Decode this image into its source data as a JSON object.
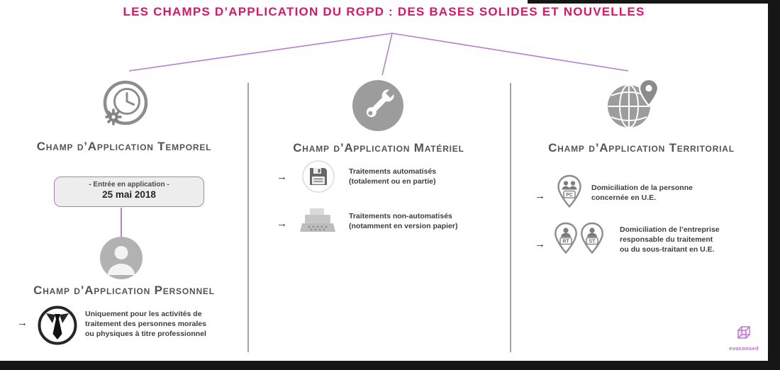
{
  "title": "LES CHAMPS D’APPLICATION DU RGPD : DES BASES SOLIDES ET NOUVELLES",
  "colors": {
    "title_pink": "#d4186c",
    "branch_purple": "#b57fd0",
    "heading_gray": "#545454",
    "accent_purple_border": "#a87cc8"
  },
  "columns": {
    "temporel": {
      "heading": "Champ d’Application Temporel",
      "date_box": {
        "label": "- Entrée en application -",
        "date": "25 mai 2018"
      },
      "personnel": {
        "heading": "Champ d’Application Personnel",
        "text": "Uniquement pour les activités de\ntraitement des personnes morales\nou physiques à titre professionnel"
      }
    },
    "materiel": {
      "heading": "Champ d’Application Matériel",
      "items": [
        {
          "icon": "floppy-disk-icon",
          "text": "Traitements automatisés\n(totalement ou en partie)"
        },
        {
          "icon": "typewriter-icon",
          "text": "Traitements non-automatisés\n(notamment en version papier)"
        }
      ]
    },
    "territorial": {
      "heading": "Champ d’Application Territorial",
      "items": [
        {
          "pins": [
            "PC"
          ],
          "text": "Domiciliation de la personne\nconcernée en U.E."
        },
        {
          "pins": [
            "RT",
            "ST"
          ],
          "text": "Domiciliation de l’entreprise\nresponsable du traitement\nou du sous-traitant en U.E."
        }
      ]
    }
  },
  "logo": {
    "text": "evoconseil"
  }
}
